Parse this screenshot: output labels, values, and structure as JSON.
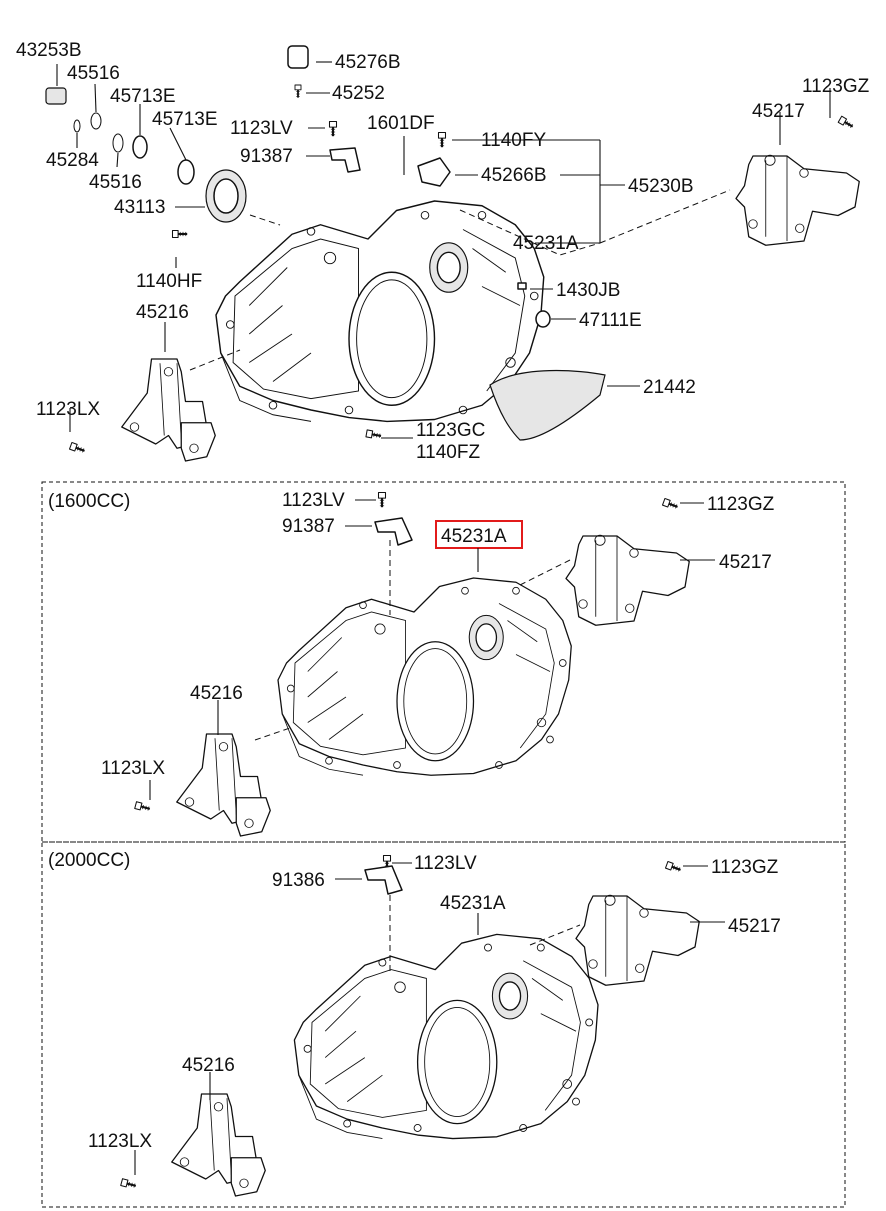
{
  "diagram": {
    "sections": {
      "s1600": "(1600CC)",
      "s2000": "(2000CC)"
    },
    "highlight_color": "#e21b1b",
    "top": {
      "p43253B": "43253B",
      "p45516a": "45516",
      "p45713Ea": "45713E",
      "p45713Eb": "45713E",
      "p45284": "45284",
      "p45516b": "45516",
      "p43113": "43113",
      "p45276B": "45276B",
      "p45252": "45252",
      "p1123LV": "1123LV",
      "p1601DF": "1601DF",
      "p91387": "91387",
      "p1140FY": "1140FY",
      "p45266B": "45266B",
      "p45230B": "45230B",
      "p45231A": "45231A",
      "p1123GZ": "1123GZ",
      "p45217": "45217",
      "p1140HF": "1140HF",
      "p1430JB": "1430JB",
      "p47111E": "47111E",
      "p45216": "45216",
      "p21442": "21442",
      "p1123LX": "1123LX",
      "p1123GC": "1123GC",
      "p1140FZ": "1140FZ"
    },
    "mid": {
      "p1123LV": "1123LV",
      "p91387": "91387",
      "p45231A": "45231A",
      "p1123GZ": "1123GZ",
      "p45217": "45217",
      "p45216": "45216",
      "p1123LX": "1123LX"
    },
    "bot": {
      "p1123LV": "1123LV",
      "p91386": "91386",
      "p45231A": "45231A",
      "p1123GZ": "1123GZ",
      "p45217": "45217",
      "p45216": "45216",
      "p1123LX": "1123LX"
    }
  }
}
